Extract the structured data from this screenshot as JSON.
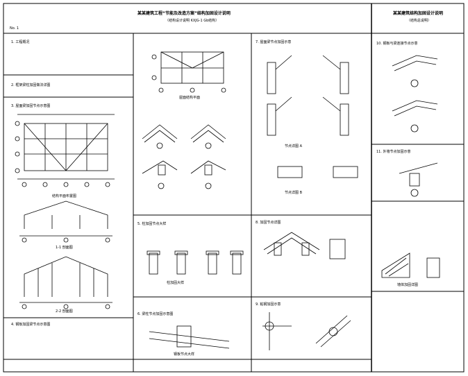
{
  "sheet": {
    "main_title": "某某建筑工程“节能及改造方案”结构加固设计说明",
    "main_subtitle": "（结构设计说明    KXJG-1 Gb结构）",
    "side_title": "某某建筑结构加固设计说明",
    "side_subtitle": "（结构总说明）",
    "sheet_no": "No. 1"
  },
  "sections": {
    "s1": "1. 工程概况",
    "s2": "2. 框架梁柱加固做法详图",
    "s3": "3. 屋面梁加固节点示意图",
    "s4": "4. 钢板加固梁节点示意图",
    "s5": "5. 柱加固节点大样",
    "s6": "6. 梁柱节点加固示意图",
    "s7": "7. 屋面梁节点加固示意",
    "s8": "8. 加固节点详图",
    "s9": "9. 粘钢加固示意",
    "s10": "10. 钢板与梁连接节点示意",
    "s11": "11. 外墙节点加固示意"
  },
  "captions": {
    "plan": "结构平面布置图",
    "frame1": "1-1 剖面图",
    "frame2": "2-2 剖面图",
    "roof_plan": "屋面结构平面",
    "node_a": "节点详图 A",
    "node_b": "节点详图 B",
    "col_a": "柱加固大样",
    "plate": "钢板节点大样",
    "wall": "墙体加固详图"
  }
}
